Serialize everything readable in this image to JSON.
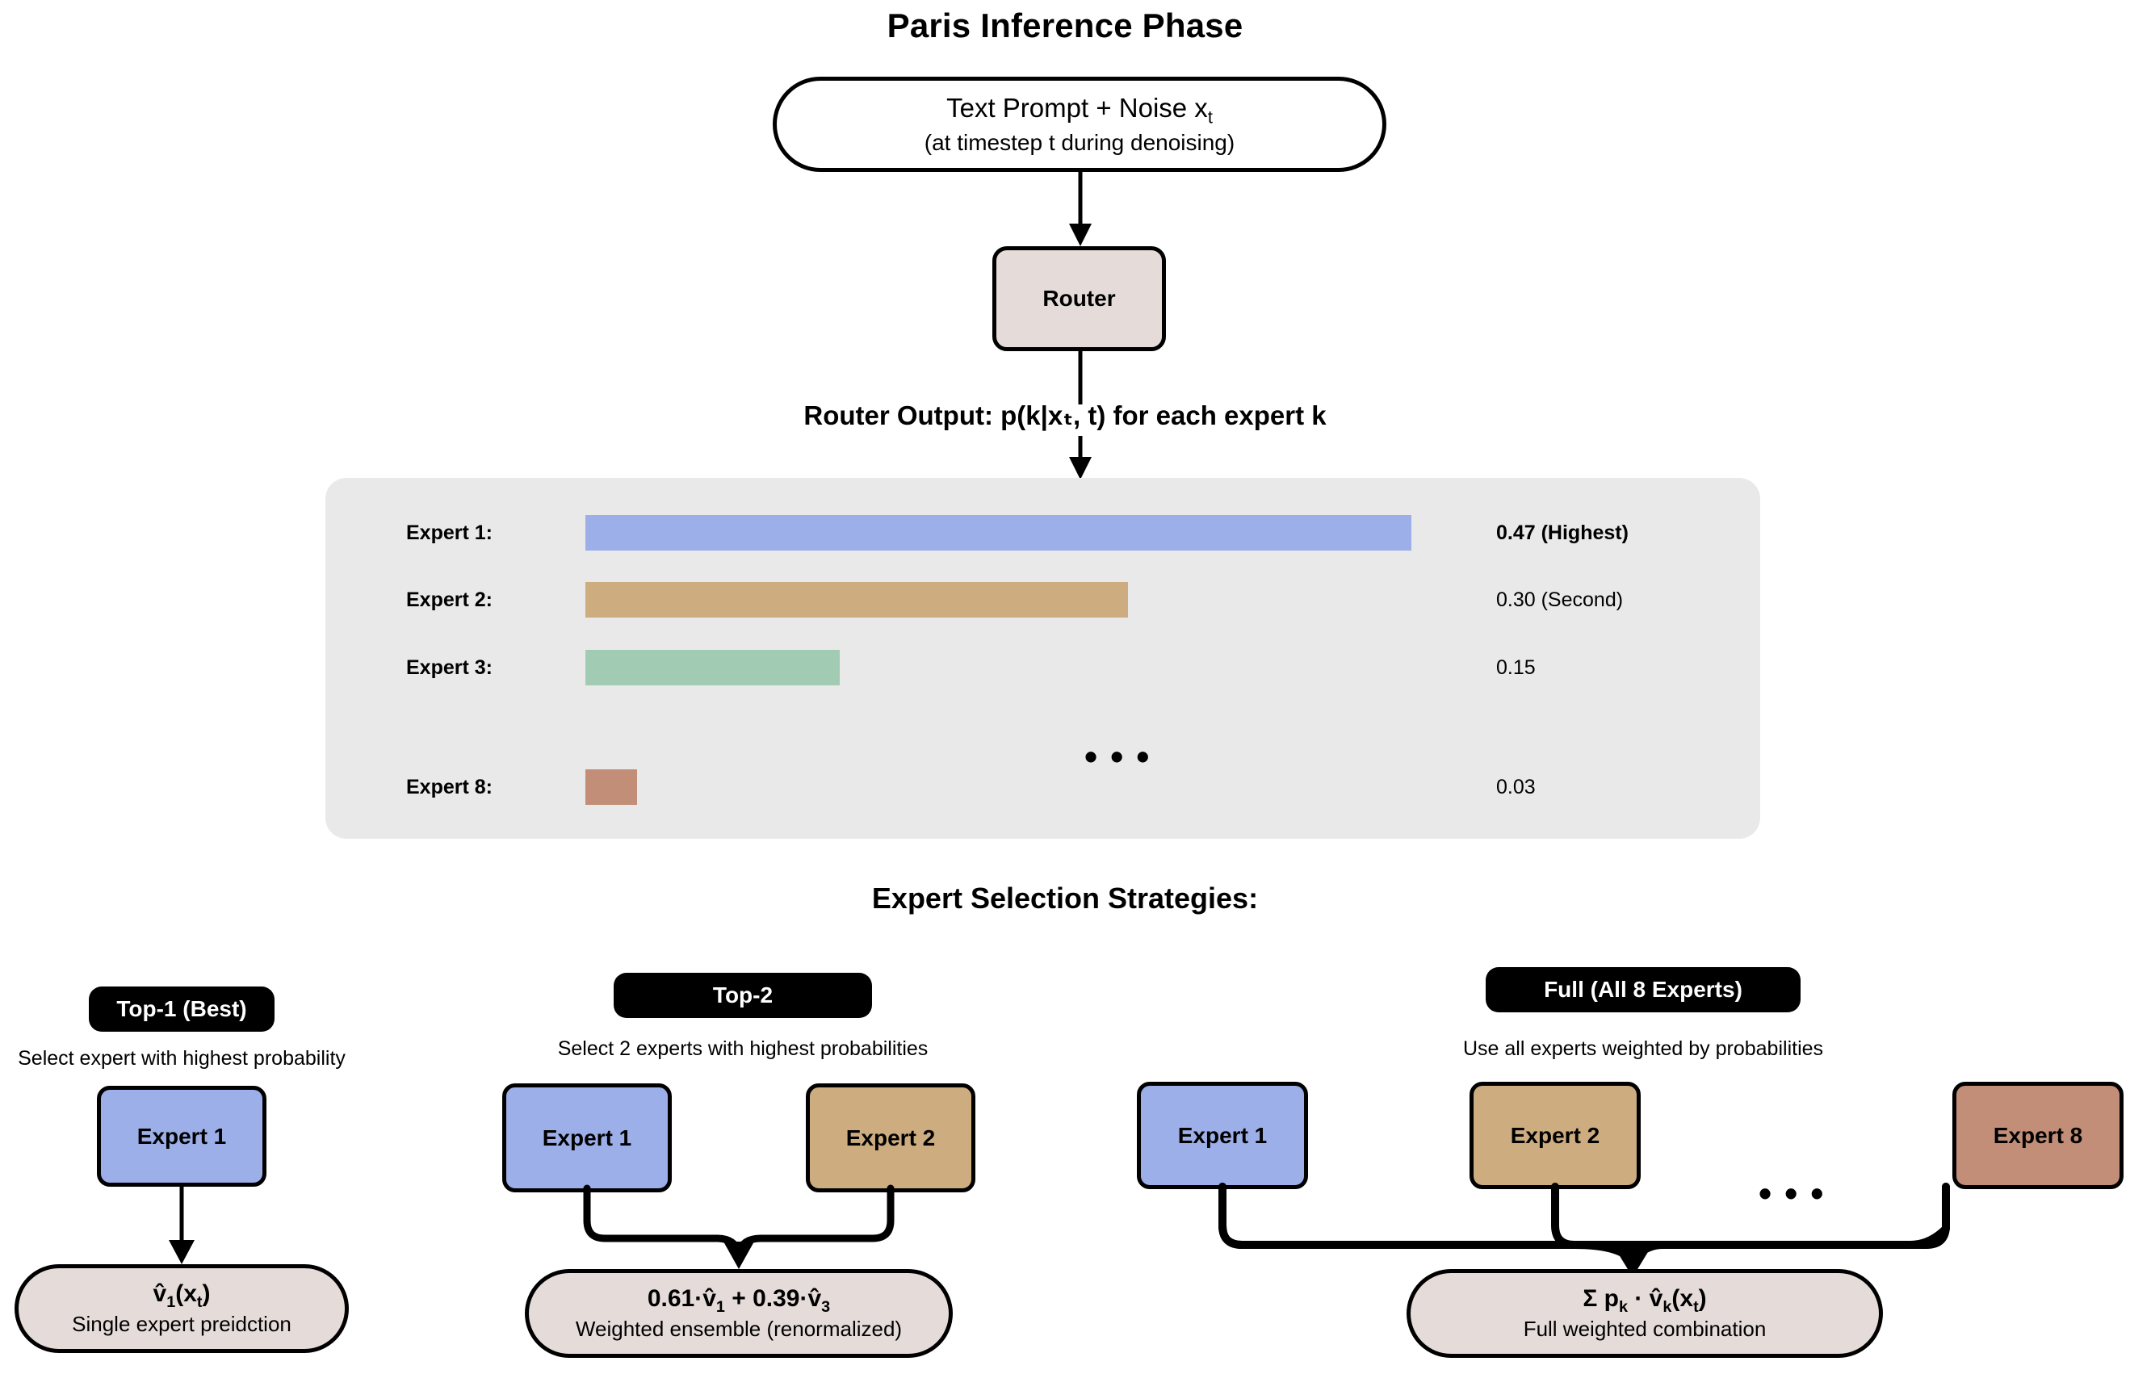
{
  "title": "Paris Inference Phase",
  "input_node": {
    "line1": "Text Prompt + Noise x",
    "line1_sub": "t",
    "line2": "(at timestep t during denoising)"
  },
  "router": {
    "label": "Router"
  },
  "router_output_label": "Router Output: p(k|xₜ, t) for each expert k",
  "chart_data": {
    "type": "bar",
    "title": "Router Output: p(k|xₜ, t) for each expert k",
    "orientation": "horizontal",
    "categories": [
      "Expert 1:",
      "Expert 2:",
      "Expert 3:",
      "Expert 8:"
    ],
    "values": [
      0.47,
      0.3,
      0.15,
      0.03
    ],
    "value_labels": [
      "0.47 (Highest)",
      "0.30 (Second)",
      "0.15",
      "0.03"
    ],
    "colors": [
      "#9CAFE8",
      "#CDAC7F",
      "#A2CBB4",
      "#C28E77"
    ],
    "bar_pixel_widths": [
      1023,
      672,
      315,
      64
    ],
    "xlim": [
      0,
      0.505
    ],
    "grid": false,
    "legend": false,
    "ellipsis": "•••",
    "note": "rows between Expert 3 and Expert 8 elided with ellipsis"
  },
  "strategies_title": "Expert Selection Strategies:",
  "strategies": [
    {
      "badge": "Top-1 (Best)",
      "subtitle": "Select expert with highest probability",
      "experts": [
        {
          "label": "Expert 1",
          "color": "#9CAFE8"
        }
      ],
      "output_formula": "v̂1(xt)",
      "output_caption": "Single expert preidction"
    },
    {
      "badge": "Top-2",
      "subtitle": "Select 2 experts with highest probabilities",
      "experts": [
        {
          "label": "Expert 1",
          "color": "#9CAFE8"
        },
        {
          "label": "Expert 2",
          "color": "#CDAC7F"
        }
      ],
      "output_formula": "0.61·v̂1 + 0.39·v̂3",
      "output_caption": "Weighted ensemble (renormalized)"
    },
    {
      "badge": "Full (All 8 Experts)",
      "subtitle": "Use all experts weighted by probabilities",
      "experts": [
        {
          "label": "Expert 1",
          "color": "#9CAFE8"
        },
        {
          "label": "Expert 2",
          "color": "#CDAC7F"
        },
        {
          "label": "Expert 8",
          "color": "#C28E77"
        }
      ],
      "ellipsis": "•••",
      "output_formula": "Σ pk · v̂k(xt)",
      "output_caption": "Full weighted combination"
    }
  ],
  "colors": {
    "expert1": "#9CAFE8",
    "expert2": "#CDAC7F",
    "expert3": "#A2CBB4",
    "expert8": "#C28E77",
    "panel_bg": "#E9E9E9",
    "capsule_fill": "#E5DCDA",
    "badge_bg": "#000000",
    "stroke": "#000000"
  }
}
